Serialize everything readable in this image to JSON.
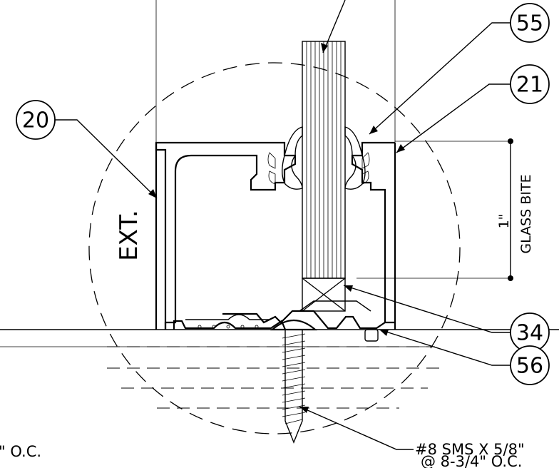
{
  "callouts": {
    "c55": "55",
    "c21": "21",
    "c20": "20",
    "c34": "34",
    "c56": "56"
  },
  "labels": {
    "ext": "EXT.",
    "glass_bite_value": "1\"",
    "glass_bite_text": "GLASS BITE",
    "oc_partial": "\" O.C.",
    "screw_line1": "#8 SMS X 5/8\"",
    "screw_line2": "@ 8-3/4\" O.C."
  }
}
